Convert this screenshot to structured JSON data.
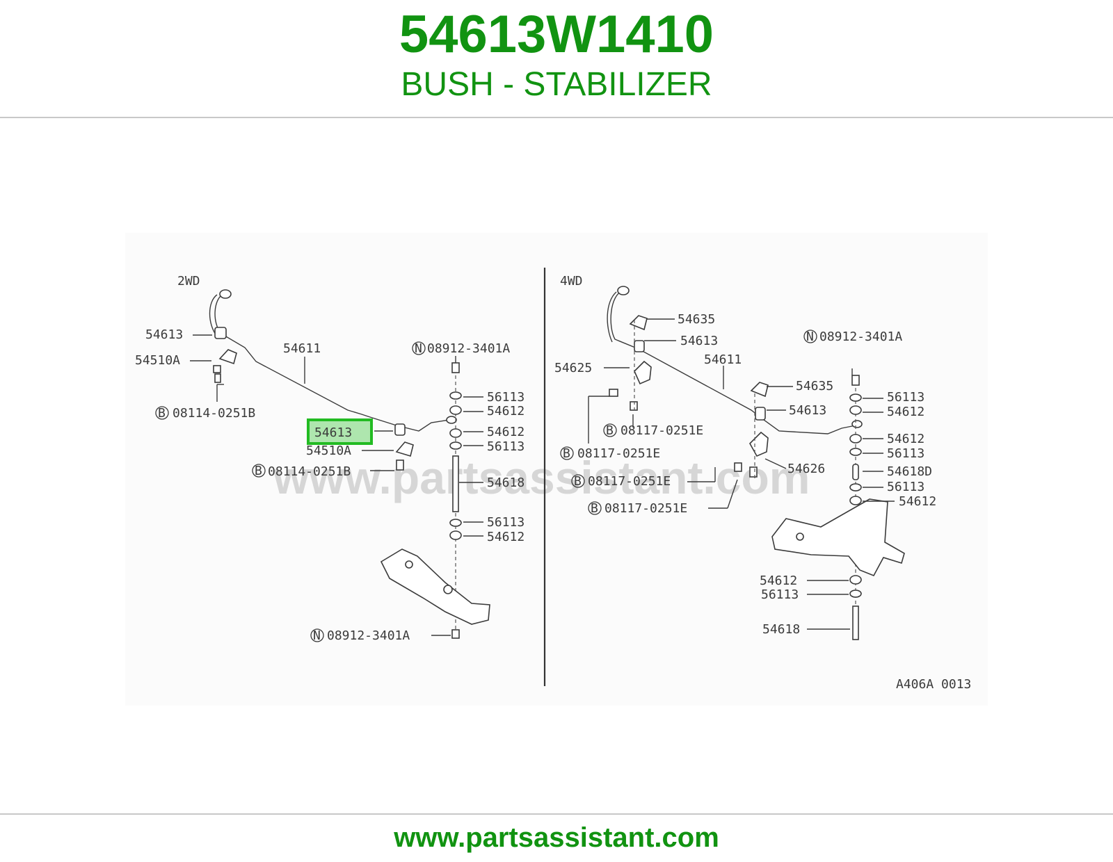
{
  "header": {
    "part_number": "54613W1410",
    "part_name": "BUSH - STABILIZER"
  },
  "footer": {
    "url": "www.partsassistant.com"
  },
  "diagram": {
    "watermark": "www.partsassistant.com",
    "left_panel": {
      "heading": "2WD",
      "labels": {
        "l54613_top": "54613",
        "l54510a_top": "54510A",
        "l54611": "54611",
        "l08114_top": "08114-0251B",
        "l08912_top": "08912-3401A",
        "l56113_a": "56113",
        "l54612_a": "54612",
        "l54613_highlight": "54613",
        "l54612_b": "54612",
        "l56113_b": "56113",
        "l54510a_bottom": "54510A",
        "l08114_bottom": "08114-0251B",
        "l54618": "54618",
        "l56113_c": "56113",
        "l54612_c": "54612",
        "l08912_bottom": "08912-3401A"
      }
    },
    "right_panel": {
      "heading": "4WD",
      "labels": {
        "r54635_top": "54635",
        "r54613_top": "54613",
        "r08912": "08912-3401A",
        "r54611": "54611",
        "r54625": "54625",
        "r54635_mid": "54635",
        "r56113_a": "56113",
        "r54613_mid": "54613",
        "r54612_a": "54612",
        "r08117_a": "08117-0251E",
        "r54612_b": "54612",
        "r08117_b": "08117-0251E",
        "r56113_b": "56113",
        "r54626": "54626",
        "r54618d": "54618D",
        "r08117_c": "08117-0251E",
        "r56113_c": "56113",
        "r08117_d": "08117-0251E",
        "r54612_c": "54612",
        "r54612_d": "54612",
        "r56113_d": "56113",
        "r54618": "54618"
      }
    },
    "figure_code": "A406A 0013",
    "highlight_color": "#22bb22"
  }
}
